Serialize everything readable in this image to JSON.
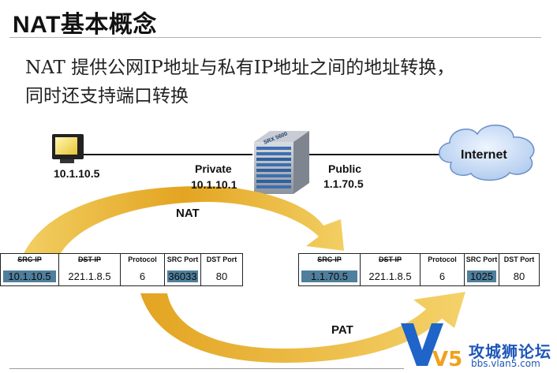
{
  "slide": {
    "title": "NAT基本概念",
    "subtitle_lines": [
      "NAT 提供公网IP地址与私有IP地址之间的地址转换，",
      "同时还支持端口转换"
    ]
  },
  "topology": {
    "host_ip": "10.1.10.5",
    "router_model": "SRX 5600",
    "private_label": "Private",
    "private_ip": "10.1.10.1",
    "public_label": "Public",
    "public_ip": "1.1.70.5",
    "internet_label": "Internet"
  },
  "arrows": {
    "nat_label": "NAT",
    "pat_label": "PAT",
    "arrow_color": "#e8b234"
  },
  "packets": {
    "before": {
      "headers": [
        "SRC-IP",
        "DST-IP",
        "Protocol",
        "SRC Port",
        "DST Port"
      ],
      "values": [
        "10.1.10.5",
        "221.1.8.5",
        "6",
        "36033",
        "80"
      ]
    },
    "after": {
      "headers": [
        "SRC-IP",
        "DST-IP",
        "Protocol",
        "SRC Port",
        "DST Port"
      ],
      "values": [
        "1.1.70.5",
        "221.1.8.5",
        "6",
        "1025",
        "80"
      ]
    },
    "highlight_color": "#4f7f9c"
  },
  "watermark": {
    "logo_text": "V5",
    "name": "攻城狮论坛",
    "url": "bbs.vlan5.com"
  }
}
